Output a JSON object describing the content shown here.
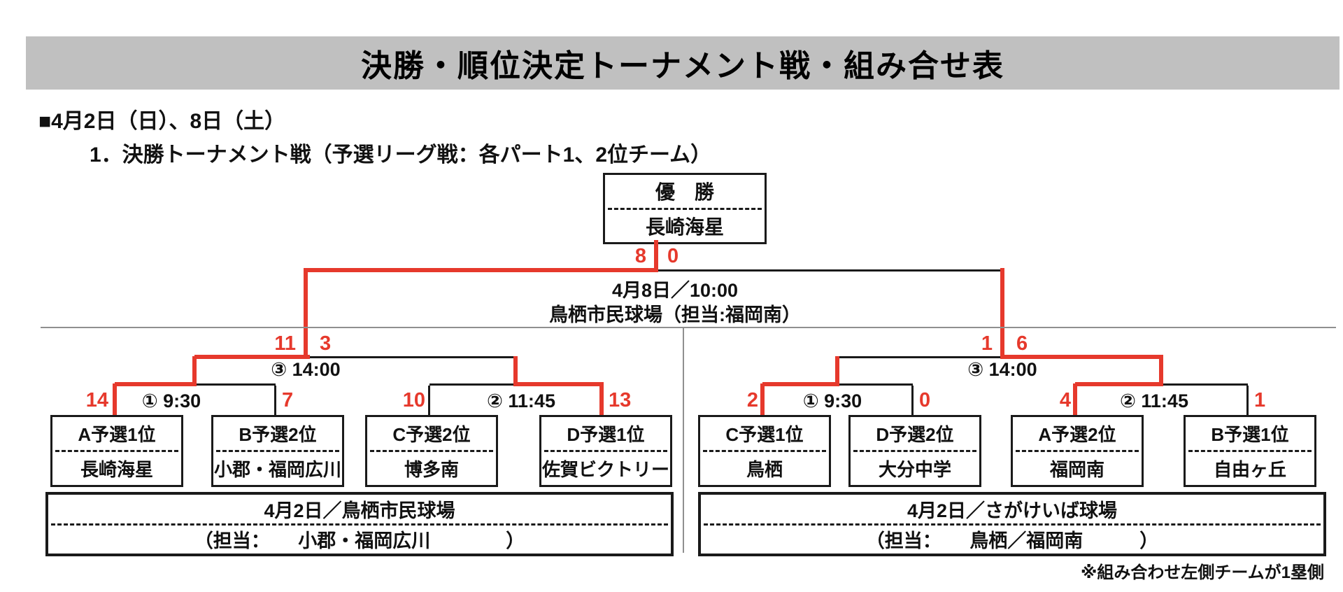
{
  "page": {
    "title": "決勝・順位決定トーナメント戦・組み合せ表",
    "date_heading": "■4月2日（日）、8日（土）",
    "subtitle": "1．決勝トーナメント戦（予選リーグ戦：各パート1、2位チーム）",
    "footnote": "※組み合わせ左側チームが1塁側"
  },
  "colors": {
    "winner_path_red": "#e6392c",
    "banner_gray": "#c0c0c0",
    "line_black": "#1a1a1a",
    "divider_gray": "#8f8f8f"
  },
  "champion": {
    "label": "優　勝",
    "team": "長崎海星"
  },
  "final": {
    "score_left": "8",
    "score_right": "0",
    "datetime": "4月8日／10:00",
    "venue": "鳥栖市民球場（担当:福岡南）"
  },
  "semifinals": {
    "left": {
      "label": "③ 14:00",
      "score_left": "11",
      "score_right": "3"
    },
    "right": {
      "label": "③ 14:00",
      "score_left": "1",
      "score_right": "6"
    }
  },
  "quarterfinals": [
    {
      "label": "① 9:30",
      "score_left": "14",
      "score_right": "7"
    },
    {
      "label": "② 11:45",
      "score_left": "10",
      "score_right": "13"
    },
    {
      "label": "① 9:30",
      "score_left": "2",
      "score_right": "0"
    },
    {
      "label": "② 11:45",
      "score_left": "4",
      "score_right": "1"
    }
  ],
  "teams": [
    {
      "seed": "A予選1位",
      "name": "長崎海星"
    },
    {
      "seed": "B予選2位",
      "name": "小郡・福岡広川"
    },
    {
      "seed": "C予選2位",
      "name": "博多南"
    },
    {
      "seed": "D予選1位",
      "name": "佐賀ビクトリー"
    },
    {
      "seed": "C予選1位",
      "name": "鳥栖"
    },
    {
      "seed": "D予選2位",
      "name": "大分中学"
    },
    {
      "seed": "A予選2位",
      "name": "福岡南"
    },
    {
      "seed": "B予選1位",
      "name": "自由ヶ丘"
    }
  ],
  "venues": {
    "left": {
      "line1": "4月2日／鳥栖市民球場",
      "line2": "（担当：　　小郡・福岡広川　　　　）"
    },
    "right": {
      "line1": "4月2日／さがけいば球場",
      "line2": "（担当：　　鳥栖／福岡南　　　）"
    }
  }
}
